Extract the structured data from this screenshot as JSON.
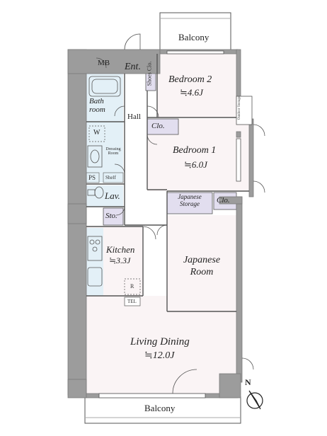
{
  "labels": {
    "balcony_top": "Balcony",
    "balcony_bottom": "Balcony",
    "mb": "MB",
    "entrance": "Ent.",
    "shoes_closet": "Shoes Clo.",
    "bedroom2": "Bedroom 2",
    "bedroom2_area": "≒4.6J",
    "outdoor_storage": "Outdoor Storage",
    "bathroom": "Bath room",
    "hall": "Hall",
    "closet_a": "Clo.",
    "bedroom1": "Bedroom 1",
    "bedroom1_area": "≒6.0J",
    "washer": "W",
    "dressing_room": "Dressing Room",
    "ps": "PS",
    "shelf": "Shelf",
    "lavatory": "Lav.",
    "japanese_storage": "Japanese Storage",
    "closet_b": "Clo.",
    "storage": "Sto.",
    "kitchen": "Kitchen",
    "kitchen_area": "≒3.3J",
    "japanese_room": "Japanese Room",
    "fridge": "R",
    "tel": "TEL",
    "living_dining": "Living Dining",
    "living_dining_area": "≒12.0J",
    "north": "N"
  },
  "colors": {
    "wall": "#9c9c9c",
    "wall_dark": "#7a7a7a",
    "room_fill": "#faf4f5",
    "wet_area": "#e3f0f7",
    "closet": "#e2deef",
    "line": "#555555"
  }
}
